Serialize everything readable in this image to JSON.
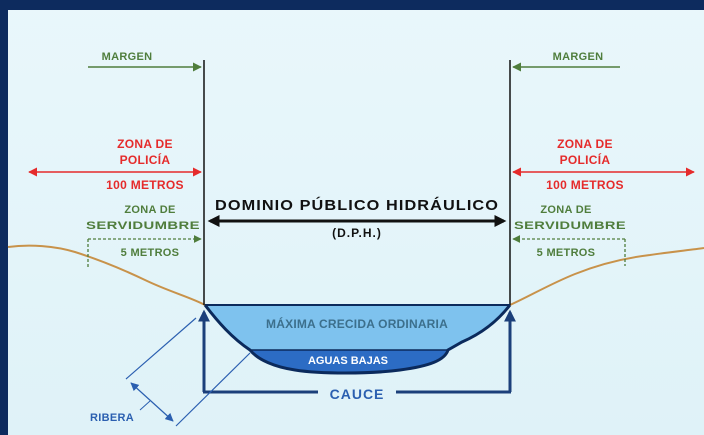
{
  "colors": {
    "frame": "#0d2b5e",
    "background": "#e4f4f9",
    "margin": "#4f7d3c",
    "policia": "#e52b2b",
    "servidumbre": "#4f7d3c",
    "dph": "#111111",
    "terrain": "#c8924a",
    "max_flood_water": "#7ec2ee",
    "low_water": "#2c6cc4",
    "channel_outline": "#0b2a5c",
    "cauce": "#2b5fb0",
    "ribera": "#2b5fb0"
  },
  "left_bank": {
    "margin": "MARGEN",
    "policia_line1": "ZONA DE",
    "policia_line2": "POLICÍA",
    "policia_distance": "100 METROS",
    "servidumbre_line1": "ZONA DE",
    "servidumbre_line2": "SERVIDUMBRE",
    "servidumbre_distance": "5 METROS"
  },
  "right_bank": {
    "margin": "MARGEN",
    "policia_line1": "ZONA DE",
    "policia_line2": "POLICÍA",
    "policia_distance": "100 METROS",
    "servidumbre_line1": "ZONA DE",
    "servidumbre_line2": "SERVIDUMBRE",
    "servidumbre_distance": "5 METROS"
  },
  "dph": {
    "title": "DOMINIO PÚBLICO HIDRÁULICO",
    "abbrev": "(D.P.H.)"
  },
  "channel": {
    "max_flood": "MÁXIMA CRECIDA ORDINARIA",
    "low_water": "AGUAS BAJAS",
    "bed": "CAUCE",
    "bank": "RIBERA"
  }
}
